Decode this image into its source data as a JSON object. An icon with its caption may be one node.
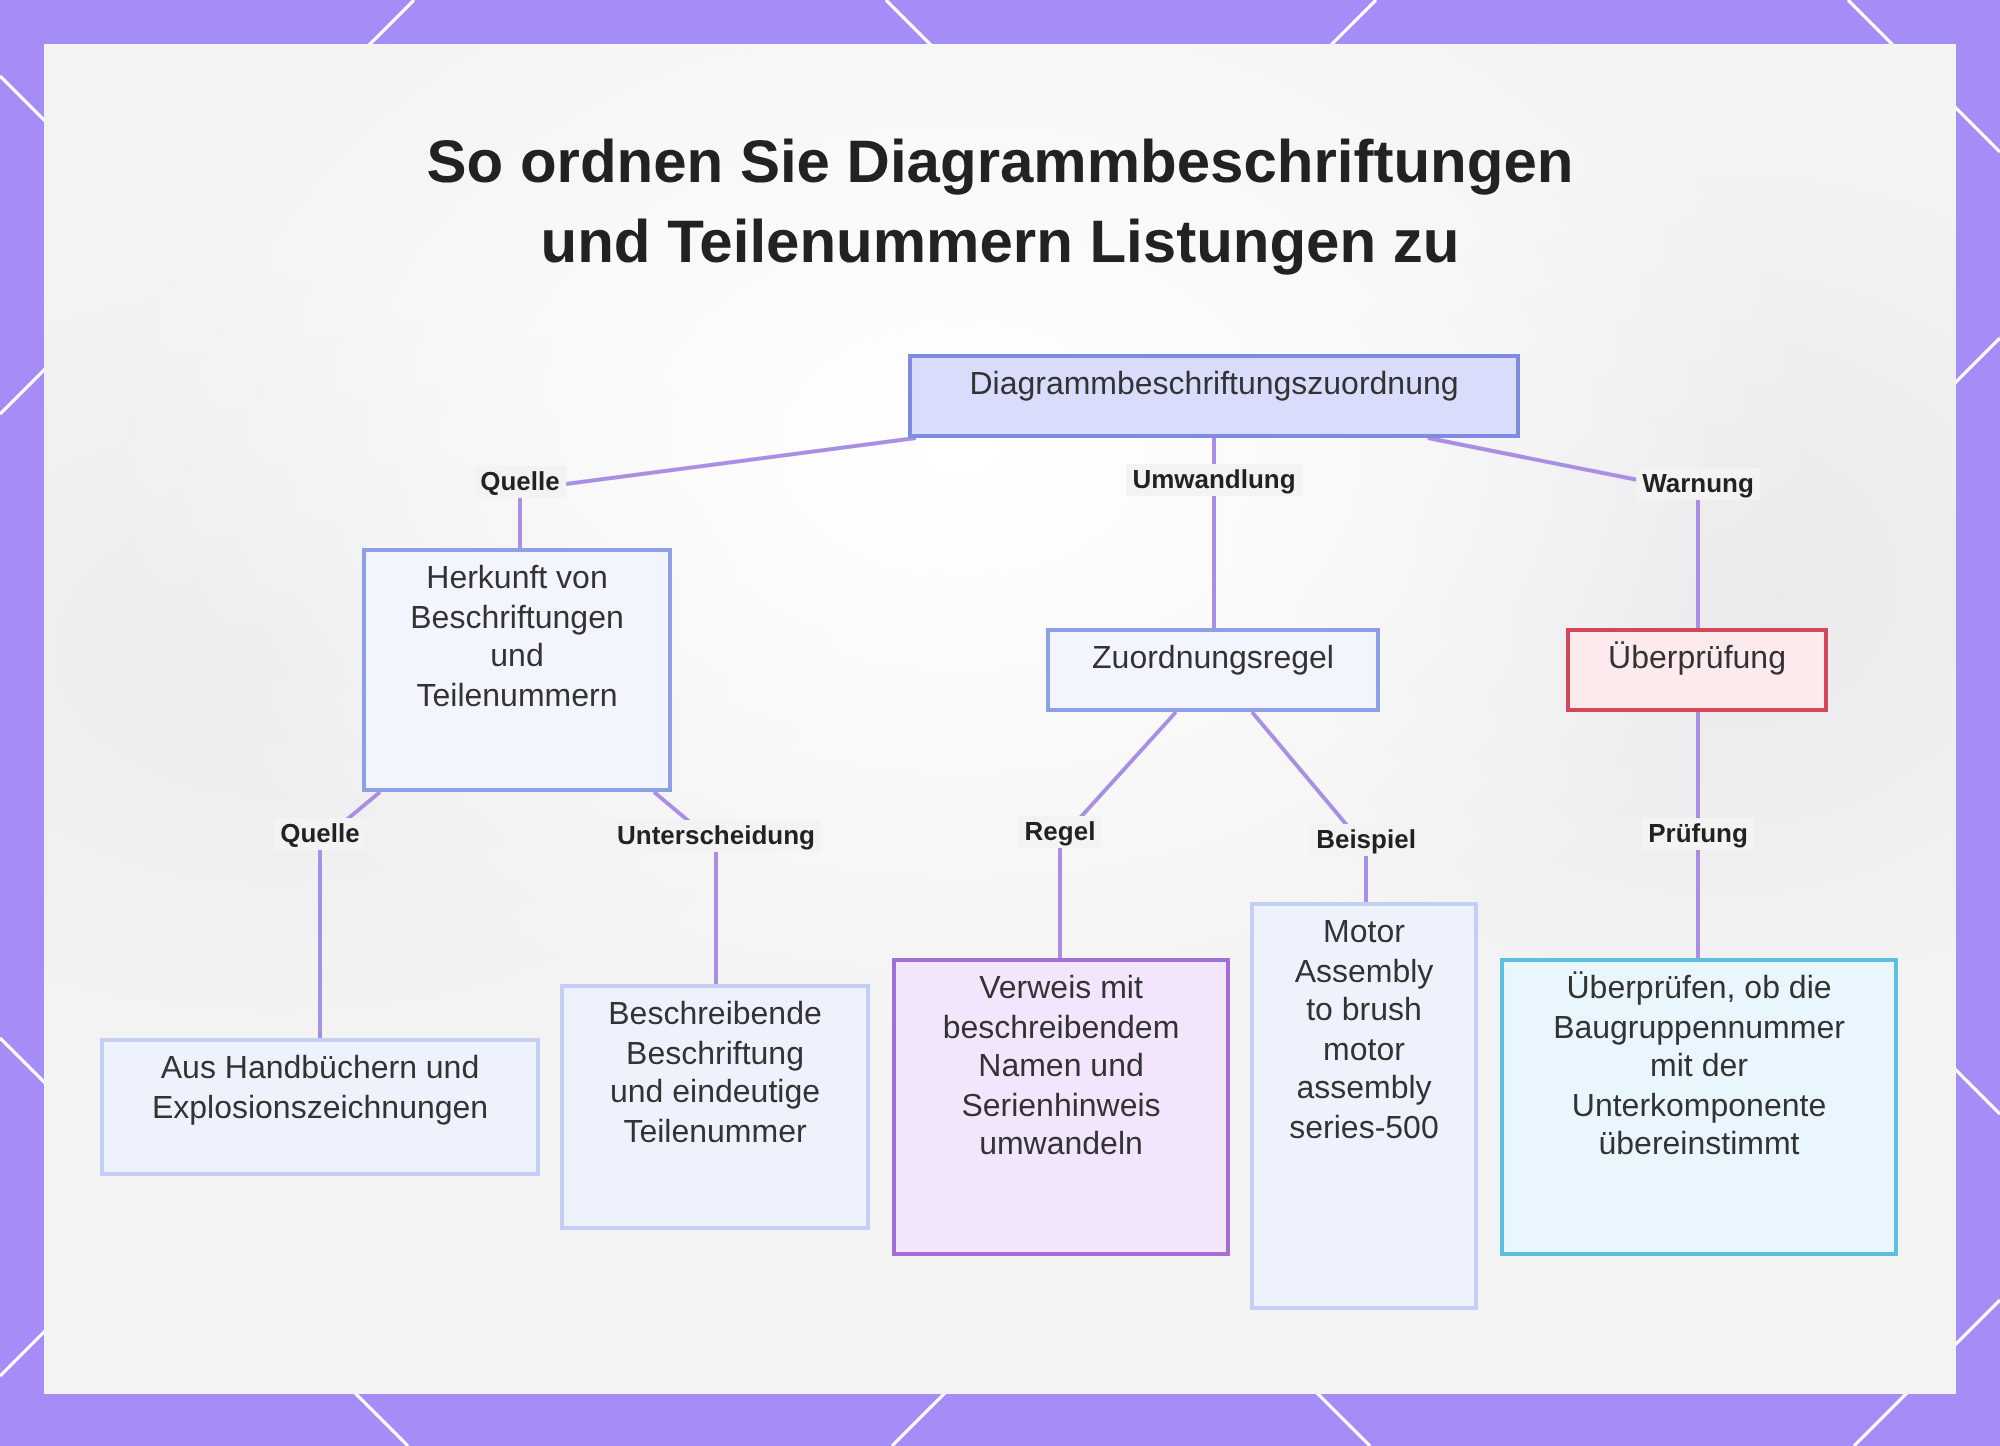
{
  "diagram": {
    "title": "So ordnen Sie Diagrammbeschriftungen und Teilenummern Listungen zu",
    "nodes": [
      {
        "text": [
          "Diagrammbeschriftungszuordnung"
        ]
      },
      {
        "text": [
          "Herkunft von Beschriftungen und Teilenummern"
        ]
      },
      {
        "text": [
          "Zuordnungsregel"
        ]
      },
      {
        "text": [
          "Überprüfung"
        ]
      },
      {
        "text": [
          "Aus Handbüchern und Explosionszeichnungen"
        ]
      },
      {
        "text": [
          "Beschreibende Beschriftung und eindeutige Teilenummer"
        ]
      },
      {
        "text": [
          "Verweis mit beschreibendem Namen und Serienhinweis umwandeln"
        ]
      },
      {
        "text": [
          "Motor Assembly to brush motor assembly series-500"
        ]
      },
      {
        "text": [
          "Überprüfen, ob die Baugruppennummer mit der Unterkomponente übereinstimmt"
        ]
      }
    ],
    "edges": [
      {
        "from": 0,
        "to": 1,
        "arrow": "none",
        "label": "Quelle"
      },
      {
        "from": 0,
        "to": 2,
        "arrow": "none",
        "label": "Umwandlung"
      },
      {
        "from": 0,
        "to": 3,
        "arrow": "none",
        "label": "Warnung"
      },
      {
        "from": 1,
        "to": 4,
        "arrow": "none",
        "label": "Quelle"
      },
      {
        "from": 1,
        "to": 5,
        "arrow": "none",
        "label": "Unterscheidung"
      },
      {
        "from": 2,
        "to": 6,
        "arrow": "none",
        "label": "Regel"
      },
      {
        "from": 2,
        "to": 7,
        "arrow": "none",
        "label": "Beispiel"
      },
      {
        "from": 3,
        "to": 8,
        "arrow": "none",
        "label": "Prüfung"
      }
    ]
  }
}
